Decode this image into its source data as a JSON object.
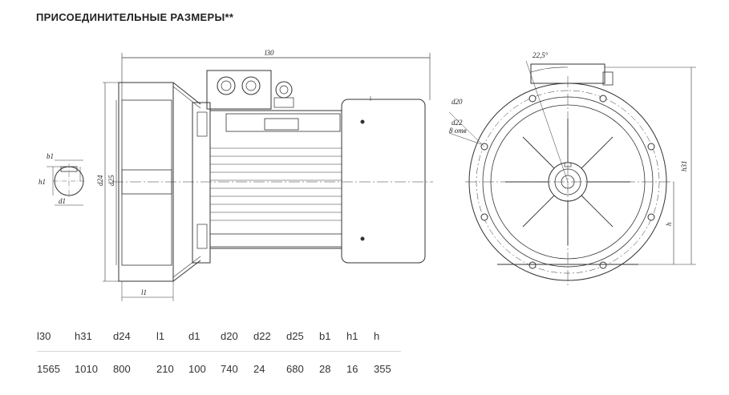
{
  "title": "ПРИСОЕДИНИТЕЛЬНЫЕ РАЗМЕРЫ**",
  "drawing_labels": {
    "l30": "l30",
    "d24": "d24",
    "d25": "d25",
    "b1": "b1",
    "h1": "h1",
    "d1": "d1",
    "l1": "l1",
    "angle": "22,5°",
    "d20": "d20",
    "d22": "d22",
    "holes": "8 отв",
    "h31": "h31",
    "h": "h"
  },
  "table": {
    "headers": [
      "l30",
      "h31",
      "d24",
      "l1",
      "d1",
      "d20",
      "d22",
      "d25",
      "b1",
      "h1",
      "h"
    ],
    "values": [
      "1565",
      "1010",
      "800",
      "210",
      "100",
      "740",
      "24",
      "680",
      "28",
      "16",
      "355"
    ]
  }
}
